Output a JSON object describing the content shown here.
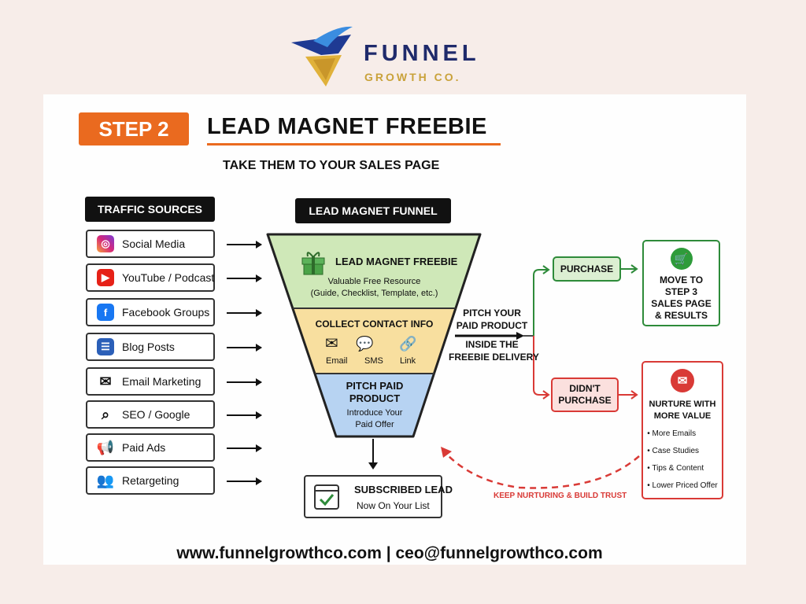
{
  "logo": {
    "title": "FUNNEL",
    "subtitle": "GROWTH CO."
  },
  "header": {
    "step": "STEP 2",
    "title": "LEAD MAGNET FREEBIE",
    "subtitle": "TAKE THEM TO YOUR SALES PAGE"
  },
  "traffic": {
    "heading": "TRAFFIC SOURCES",
    "items": [
      {
        "label": "Social Media",
        "icon": "instagram-icon"
      },
      {
        "label": "YouTube / Podcast",
        "icon": "youtube-icon"
      },
      {
        "label": "Facebook Groups",
        "icon": "facebook-icon"
      },
      {
        "label": "Blog Posts",
        "icon": "blog-icon"
      },
      {
        "label": "Email Marketing",
        "icon": "envelope-icon"
      },
      {
        "label": "SEO / Google",
        "icon": "search-icon"
      },
      {
        "label": "Paid Ads",
        "icon": "megaphone-icon"
      },
      {
        "label": "Retargeting",
        "icon": "people-icon"
      }
    ]
  },
  "funnel": {
    "heading": "LEAD MAGNET FUNNEL",
    "top": {
      "title": "LEAD MAGNET FREEBIE",
      "line1": "Valuable Free Resource",
      "line2": "(Guide, Checklist, Template, etc.)"
    },
    "middle": {
      "title": "COLLECT CONTACT INFO",
      "email": "Email",
      "sms": "SMS",
      "link": "Link"
    },
    "bottom": {
      "title1": "PITCH PAID",
      "title2": "PRODUCT",
      "line1": "Introduce Your",
      "line2": "Paid Offer"
    },
    "result": {
      "title": "SUBSCRIBED LEAD",
      "sub": "Now On Your List"
    }
  },
  "pitch": {
    "line1": "PITCH YOUR",
    "line2": "PAID PRODUCT",
    "line3": "INSIDE THE",
    "line4": "FREEBIE DELIVERY"
  },
  "purchase": {
    "label": "PURCHASE",
    "next": [
      "MOVE TO",
      "STEP 3",
      "SALES PAGE",
      "& RESULTS"
    ]
  },
  "no_purchase": {
    "label1": "DIDN'T",
    "label2": "PURCHASE",
    "title1": "NURTURE WITH",
    "title2": "MORE VALUE",
    "bullets": [
      "• More Emails",
      "• Case Studies",
      "• Tips & Content",
      "• Lower Priced Offer"
    ]
  },
  "loop_label": "KEEP NURTURING & BUILD TRUST",
  "footer": "www.funnelgrowthco.com | ceo@funnelgrowthco.com",
  "colors": {
    "orange": "#ea6a1f",
    "green": "#2e8b3a",
    "red": "#d93a36",
    "navy": "#1f2a6b"
  }
}
